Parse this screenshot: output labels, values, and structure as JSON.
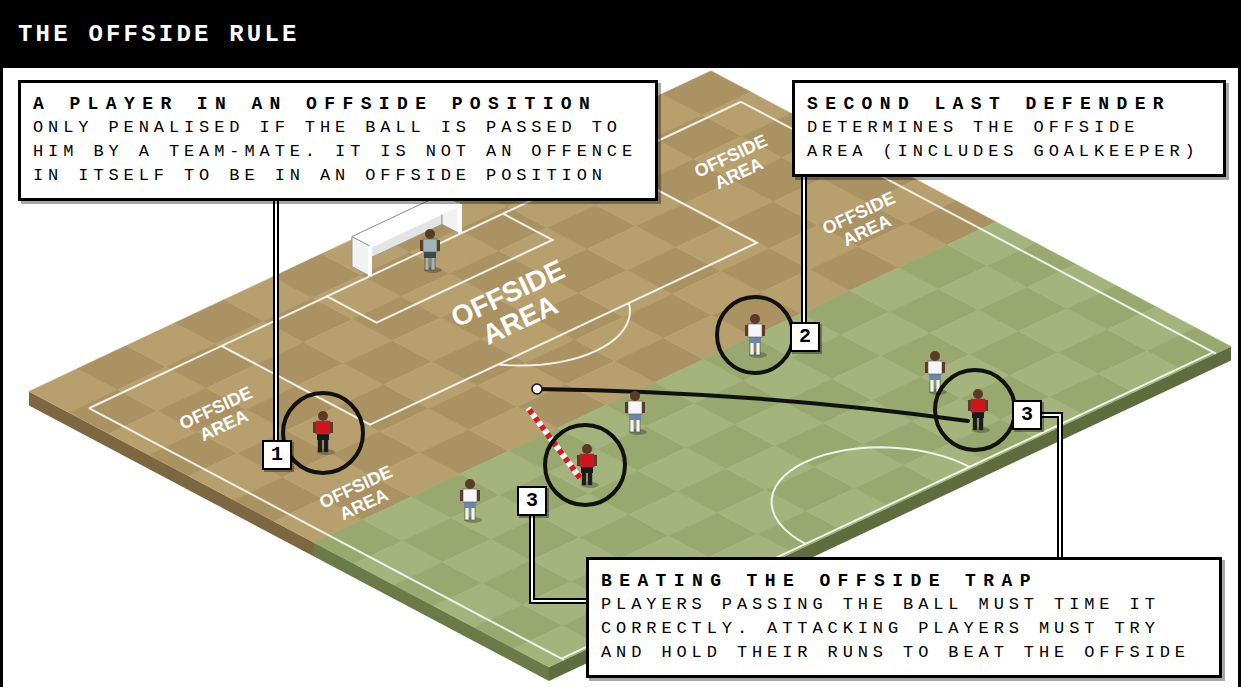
{
  "diagram": {
    "title": "THE OFFSIDE RULE",
    "nodes": [
      {
        "text": [
          "A PLAYER IN AN OFFSIDE POSITION",
          "ONLY PENALISED IF THE BALL IS PASSED TO HIM BY A TEAM-MATE. IT IS NOT AN OFFENCE IN ITSELF TO BE IN AN OFFSIDE POSITION"
        ]
      },
      {
        "text": [
          "SECOND LAST DEFENDER",
          "DETERMINES THE OFFSIDE AREA (INCLUDES GOALKEEPER)"
        ]
      },
      {
        "text": [
          "BEATING THE OFFSIDE TRAP",
          "PLAYERS PASSING THE BALL MUST TIME IT CORRECTLY. ATTACKING PLAYERS MUST TRY AND HOLD THEIR RUNS TO BEAT THE OFFSIDE"
        ]
      },
      {
        "text": [
          "1"
        ]
      },
      {
        "text": [
          "2"
        ]
      },
      {
        "text": [
          "3"
        ]
      },
      {
        "text": [
          "3"
        ]
      }
    ],
    "edges": [
      {
        "from": 0,
        "to": 3,
        "arrow": "none"
      },
      {
        "from": 1,
        "to": 4,
        "arrow": "none"
      },
      {
        "from": 2,
        "to": 5,
        "arrow": "none"
      },
      {
        "from": 2,
        "to": 6,
        "arrow": "none"
      }
    ],
    "labels": [
      "OFFSIDE AREA",
      "OFFSIDE AREA",
      "OFFSIDE AREA",
      "OFFSIDE AREA",
      "OFFSIDE AREA"
    ]
  }
}
